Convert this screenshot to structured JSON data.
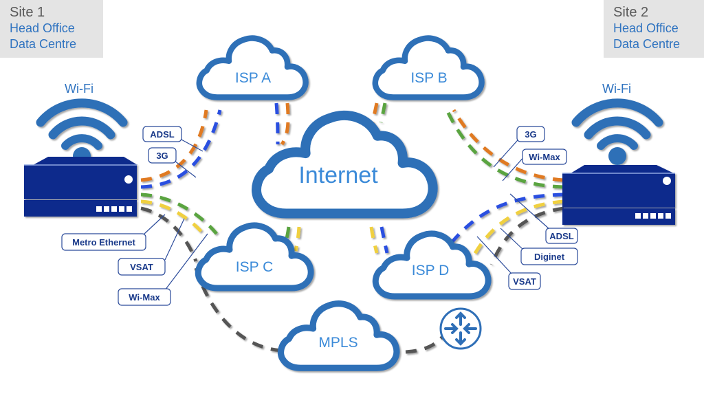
{
  "sites": [
    {
      "title": "Site 1",
      "line1": "Head Office",
      "line2": "Data Centre",
      "wifi_label": "Wi-Fi"
    },
    {
      "title": "Site 2",
      "line1": "Head Office",
      "line2": "Data Centre",
      "wifi_label": "Wi-Fi"
    }
  ],
  "clouds": {
    "isp_a": "ISP A",
    "isp_b": "ISP B",
    "internet": "Internet",
    "isp_c": "ISP C",
    "isp_d": "ISP D",
    "mpls": "MPLS"
  },
  "left_callouts": [
    "ADSL",
    "3G",
    "Metro Ethernet",
    "VSAT",
    "Wi-Max"
  ],
  "right_callouts": [
    "3G",
    "Wi-Max",
    "ADSL",
    "Diginet",
    "VSAT"
  ],
  "icons": {
    "router": "router-icon",
    "wifi": "wifi-icon",
    "server": "server-appliance-icon"
  },
  "colors": {
    "cloud_stroke": "#2f6fb7",
    "cloud_text": "#3a8ad8",
    "appliance": "#0b2b8c",
    "adsl": "#e07a20",
    "3g": "#e07a20",
    "wimax": "#5aa440",
    "vsat": "#f0d040",
    "metro_ethernet": "#555555",
    "diginet": "#555555",
    "blue_link": "#2a4fe0",
    "mpls_link": "#555555"
  }
}
